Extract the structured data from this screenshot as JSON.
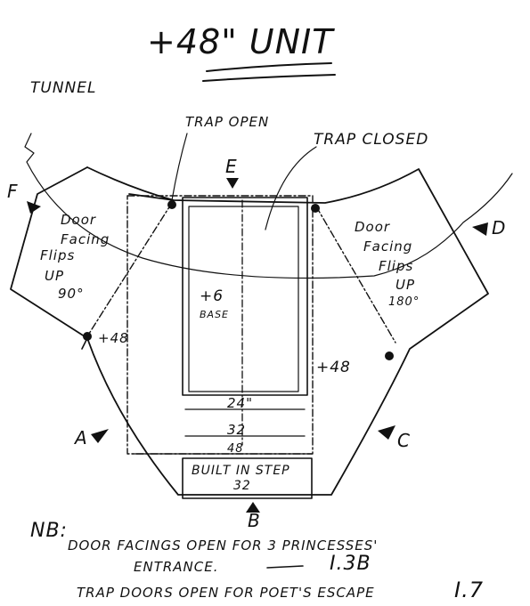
{
  "title": "+48\" UNIT",
  "labels": {
    "tunnel": "TUNNEL",
    "trap_open": "TRAP OPEN",
    "trap_closed": "TRAP CLOSED",
    "e": "E",
    "f": "F",
    "d": "D",
    "a": "A",
    "b": "B",
    "c": "C",
    "left_flap_line1": "Door",
    "left_flap_line2": "Facing",
    "left_flap_line3": "Flips",
    "left_flap_line4": "UP",
    "left_flap_line5": "90°",
    "right_flap_line1": "Door",
    "right_flap_line2": "Facing",
    "right_flap_line3": "Flips",
    "right_flap_line4": "UP",
    "right_flap_line5": "180°",
    "plus6": "+6",
    "base": "BASE",
    "left_48": "+48",
    "right_48": "+48",
    "dim_24": "24\"",
    "dim_32": "32",
    "dim_48": "48",
    "step_line1": "BUILT IN STEP",
    "step_line2": "32"
  },
  "notes": {
    "nb": "NB:",
    "line1": "DOOR FACINGS OPEN FOR 3 PRINCESSES'",
    "line2": "ENTRANCE.",
    "line2_ref": "I.3B",
    "line3": "TRAP DOORS OPEN FOR POET'S ESCAPE",
    "line3_ref": "I.7"
  }
}
